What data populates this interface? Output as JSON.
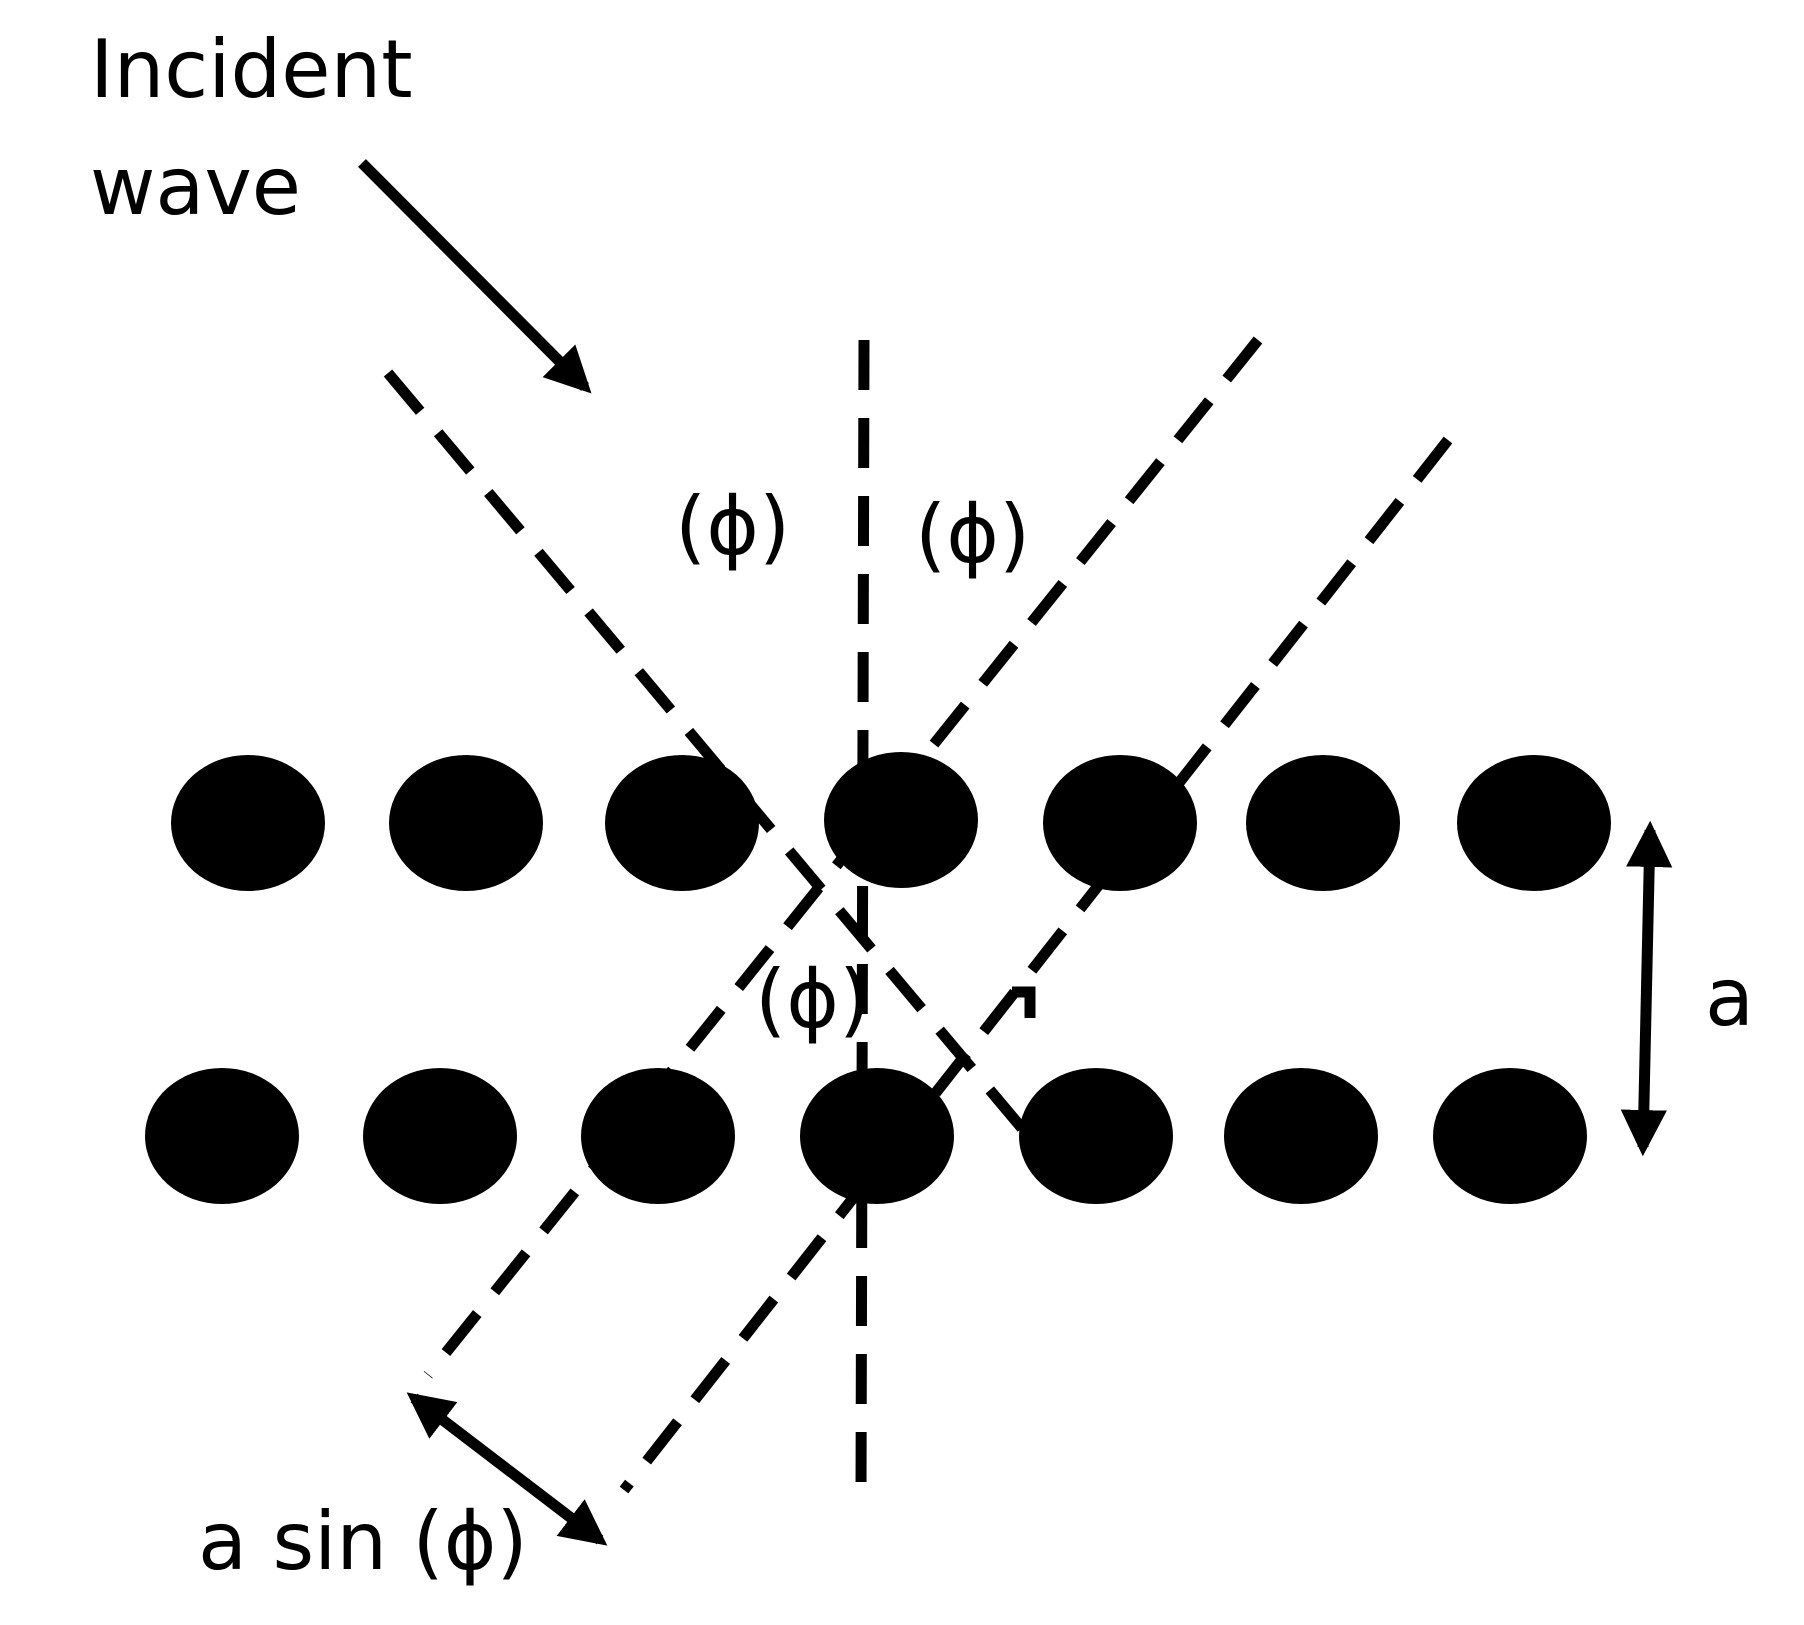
{
  "labels": {
    "incident_line1": "Incident",
    "incident_line2": "wave",
    "angle_top_left": "(ϕ)",
    "angle_top_right": "(ϕ)",
    "angle_middle": "(ϕ)",
    "spacing": "a",
    "path_difference": "a sin (ϕ)"
  },
  "lattice": {
    "rows": 2,
    "atoms_per_row": 7
  },
  "colors": {
    "ink": "#000000",
    "background": "#ffffff"
  }
}
